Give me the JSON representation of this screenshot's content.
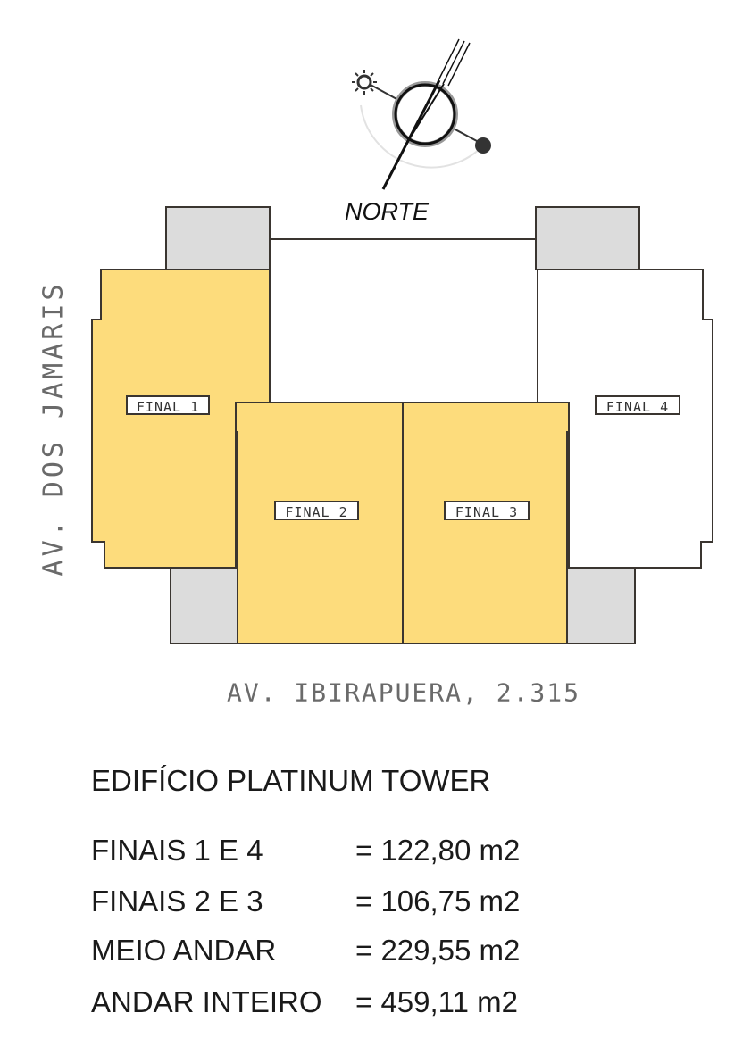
{
  "compass": {
    "label": "NORTE",
    "sun_icon": "sun-icon",
    "moon_icon": "moon-icon",
    "needle_icon": "north-arrow-icon"
  },
  "streets": {
    "left": "AV. DOS JAMARIS",
    "bottom": "AV. IBIRAPUERA, 2.315"
  },
  "units": [
    {
      "label": "FINAL 1",
      "highlighted": true
    },
    {
      "label": "FINAL 2",
      "highlighted": true
    },
    {
      "label": "FINAL 3",
      "highlighted": true
    },
    {
      "label": "FINAL 4",
      "highlighted": false
    }
  ],
  "colors": {
    "highlight_fill": "#fddc7c",
    "core_fill": "#dcdcdc",
    "outline": "#3a3530",
    "plain_fill": "#ffffff"
  },
  "info": {
    "title": "EDIFÍCIO PLATINUM TOWER",
    "areas": [
      {
        "label": "FINAIS 1 E 4",
        "value": "= 122,80 m2"
      },
      {
        "label": "FINAIS 2 E 3",
        "value": "= 106,75 m2"
      },
      {
        "label": "MEIO ANDAR",
        "value": "= 229,55 m2"
      },
      {
        "label": "ANDAR INTEIRO",
        "value": "= 459,11 m2"
      }
    ]
  }
}
